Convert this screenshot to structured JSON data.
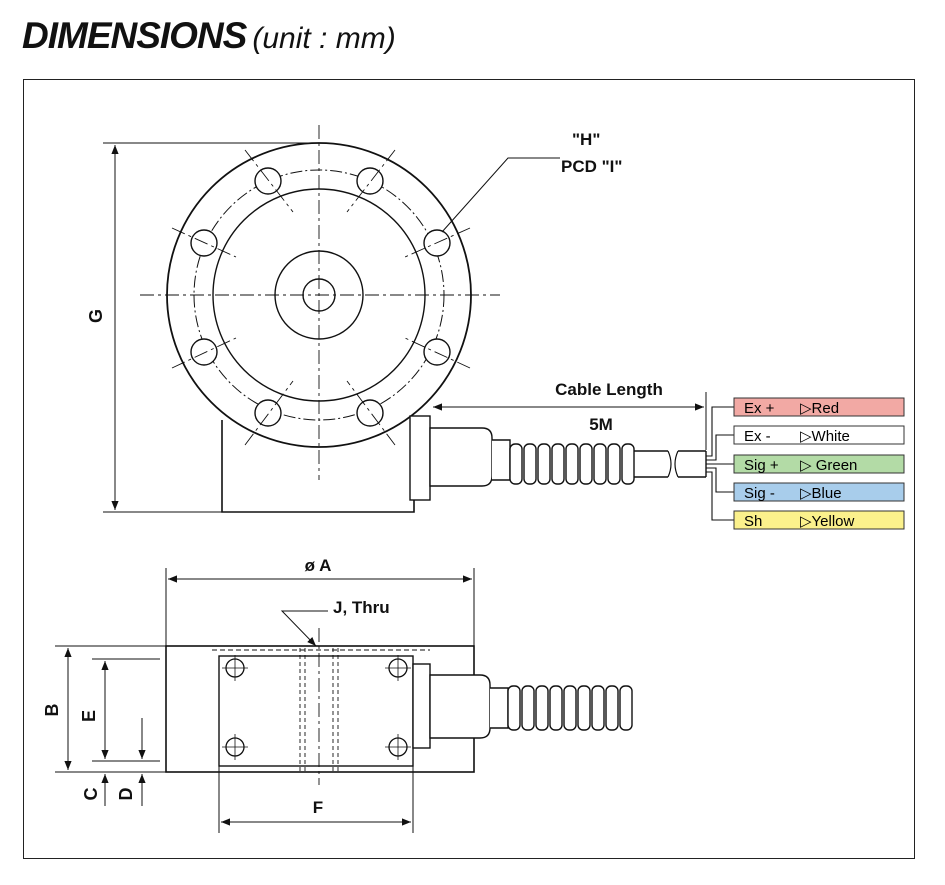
{
  "title": {
    "main": "DIMENSIONS",
    "unit": "(unit : mm)"
  },
  "labels": {
    "H": "\"H\"",
    "PCD": "PCD \"I\"",
    "G": "G",
    "cable_length": "Cable Length",
    "cable_value": "5M",
    "A": "ø A",
    "J": "J, Thru",
    "B": "B",
    "E": "E",
    "C": "C",
    "D": "D",
    "F": "F"
  },
  "wires": [
    {
      "signal": "Ex +",
      "color_name": "▷Red",
      "fill": "#f2a9a4"
    },
    {
      "signal": "Ex -",
      "color_name": "▷White",
      "fill": "#ffffff"
    },
    {
      "signal": "Sig +",
      "color_name": "▷ Green",
      "fill": "#b3dba6"
    },
    {
      "signal": "Sig -",
      "color_name": "▷Blue",
      "fill": "#a8cdeb"
    },
    {
      "signal": "Sh",
      "color_name": "▷Yellow",
      "fill": "#fbf18c"
    }
  ]
}
